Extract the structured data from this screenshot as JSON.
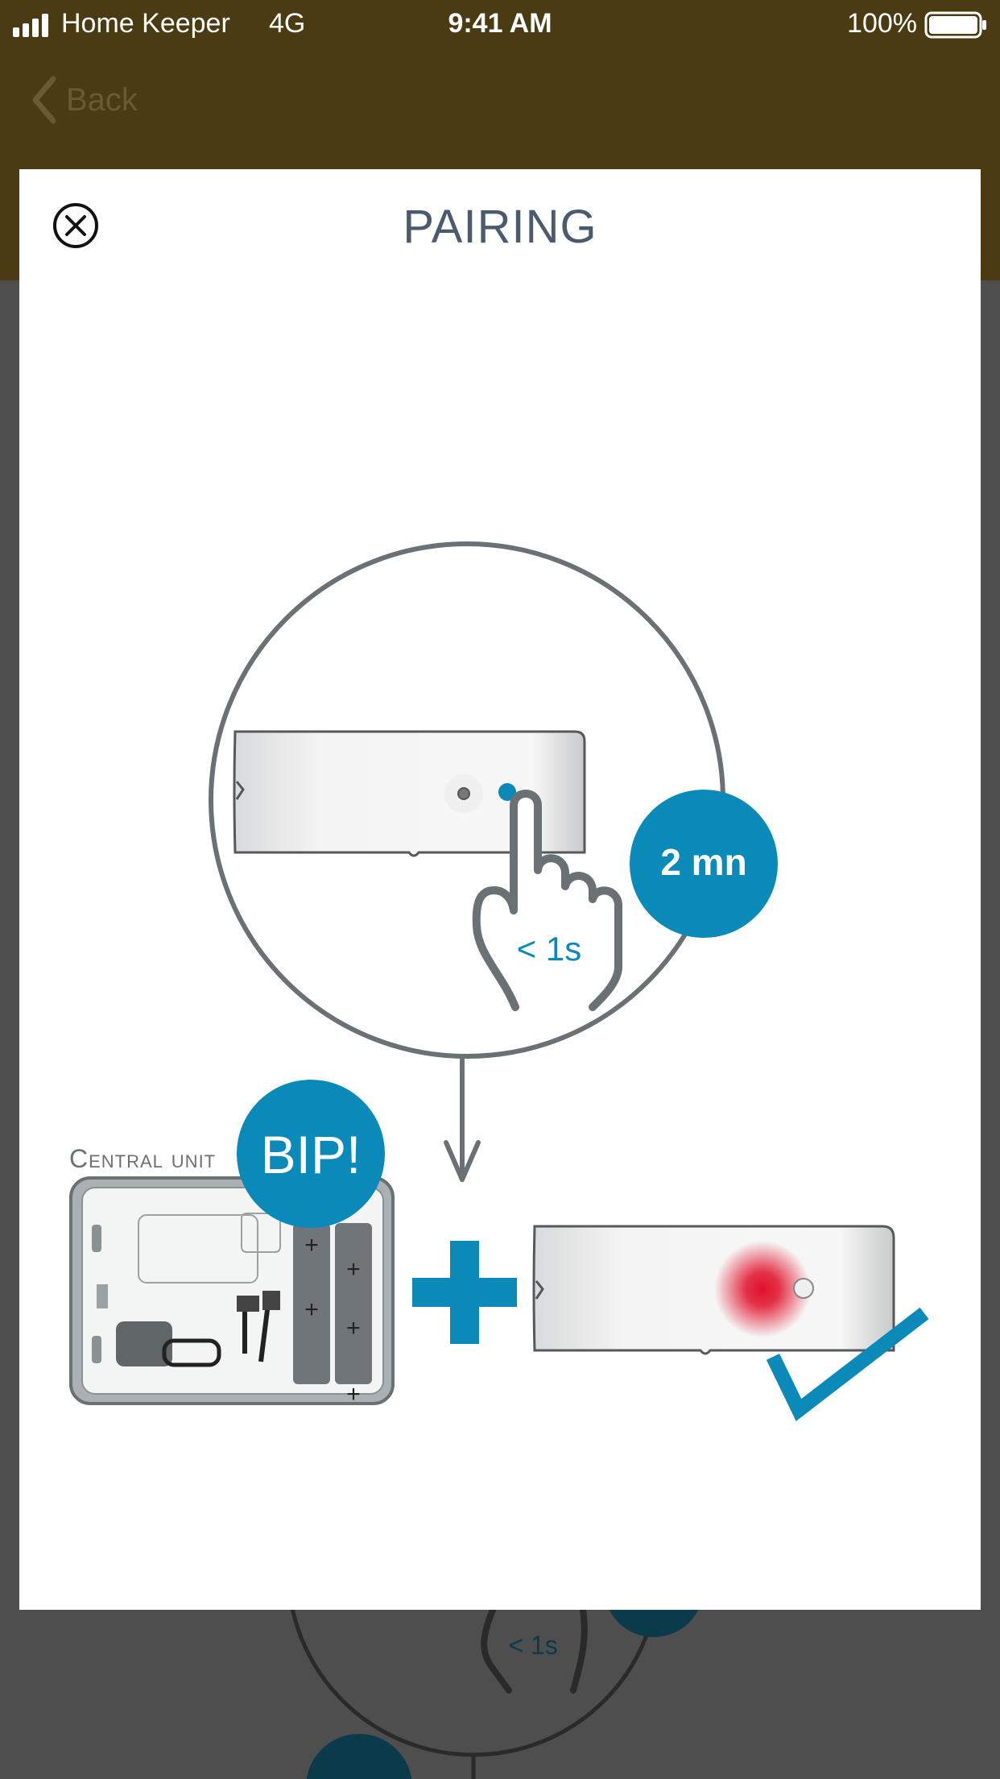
{
  "status_bar": {
    "carrier": "Home Keeper",
    "network": "4G",
    "time": "9:41 AM",
    "battery": "100%"
  },
  "nav": {
    "back_label": "Back"
  },
  "modal": {
    "title": "PAIRING",
    "illustration": {
      "press_duration": "< 1s",
      "timer_badge": "2 mn",
      "beep_badge": "BIP!",
      "central_unit_label": "Central unit",
      "background_press_duration": "< 1s"
    }
  },
  "colors": {
    "header_brown": "#4b3b12",
    "accent_blue": "#0a8ab8",
    "title_slate": "#4a5b70",
    "stroke_gray": "#6a7175",
    "led_red": "#e0102a"
  }
}
